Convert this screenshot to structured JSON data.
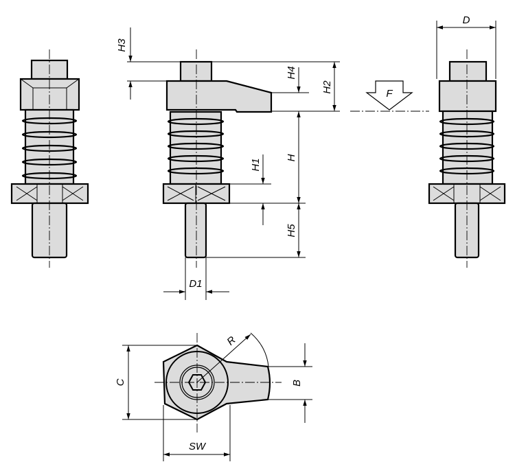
{
  "title": "Spring-loaded clamp technical drawing",
  "dimensions": {
    "H3": "H3",
    "H4": "H4",
    "H2": "H2",
    "H": "H",
    "H1": "H1",
    "H5": "H5",
    "D1": "D1",
    "D": "D",
    "F": "F",
    "R": "R",
    "C": "C",
    "B": "B",
    "SW": "SW"
  }
}
